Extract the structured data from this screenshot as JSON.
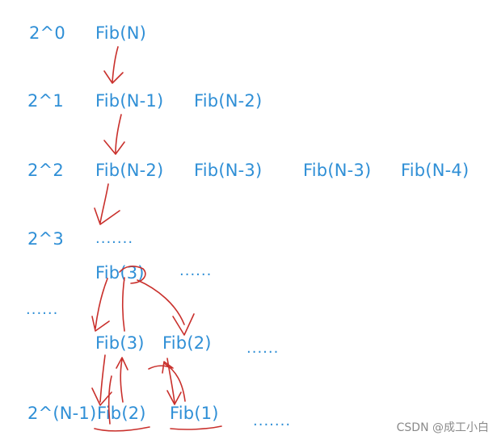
{
  "levels": [
    "2^0",
    "2^1",
    "2^2",
    "2^3",
    "......",
    "2^(N-1)"
  ],
  "nodes": {
    "row0": [
      "Fib(N)"
    ],
    "row1": [
      "Fib(N-1)",
      "Fib(N-2)"
    ],
    "row2": [
      "Fib(N-2)",
      "Fib(N-3)",
      "Fib(N-3)",
      "Fib(N-4)"
    ],
    "row3": [
      ".......",
      ".......",
      "......"
    ],
    "row4": [
      "Fib(3)"
    ],
    "row5": [
      "Fib(3)",
      "Fib(2)"
    ],
    "row6": [
      "Fib(2)",
      "Fib(1)"
    ]
  },
  "ellipses": {
    "row4_right": "......",
    "row5_right": "......",
    "row6_right": "......."
  },
  "watermark": "CSDN @成工小白",
  "colors": {
    "text": "#2f8fd6",
    "annotation": "#c9302c",
    "watermark": "#8a8a8a"
  }
}
